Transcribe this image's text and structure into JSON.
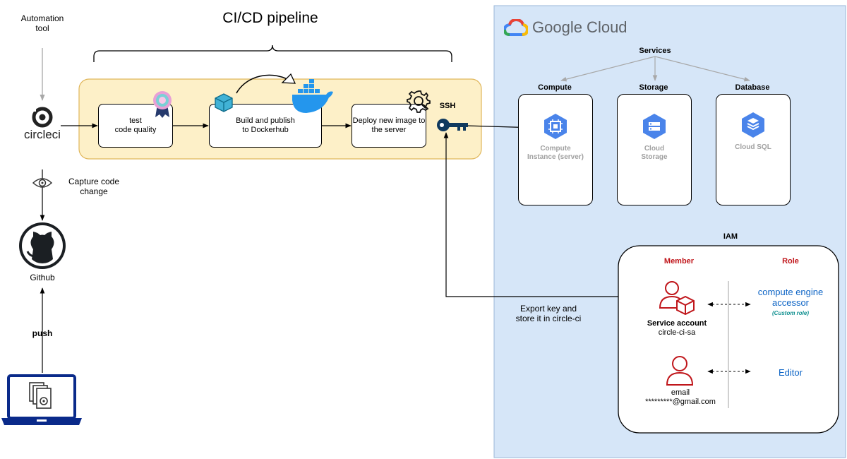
{
  "automation_tool_label": "Automation\ntool",
  "pipeline_title": "CI/CD pipeline",
  "circleci": {
    "name": "circleci"
  },
  "steps": {
    "test": "test\ncode quality",
    "build": "Build and publish\nto Dockerhub",
    "deploy": "Deploy new image to\nthe server"
  },
  "ssh_label": "SSH",
  "capture_label": "Capture code\nchange",
  "github_label": "Github",
  "push_label": "push",
  "export_label": "Export key and\nstore it in circle-ci",
  "cloud": {
    "brand": "Google Cloud",
    "services_label": "Services",
    "compute": {
      "title": "Compute",
      "name": "Compute\nInstance (server)"
    },
    "storage": {
      "title": "Storage",
      "name": "Cloud\nStorage"
    },
    "database": {
      "title": "Database",
      "name": "Cloud SQL"
    },
    "colors": {
      "panel": "#d6e6f8",
      "icon": "#4a84ea",
      "member": "#c0161b",
      "role": "#0b63c5",
      "custom_role": "#0e8f8f"
    }
  },
  "iam": {
    "title": "IAM",
    "member_header": "Member",
    "role_header": "Role",
    "service_account": {
      "title": "Service account",
      "id": "circle-ci-sa"
    },
    "user": {
      "title": "email",
      "id": "*********@gmail.com"
    },
    "role1": "compute engine\naccessor",
    "role1_note": "(Custom role)",
    "role2": "Editor"
  }
}
